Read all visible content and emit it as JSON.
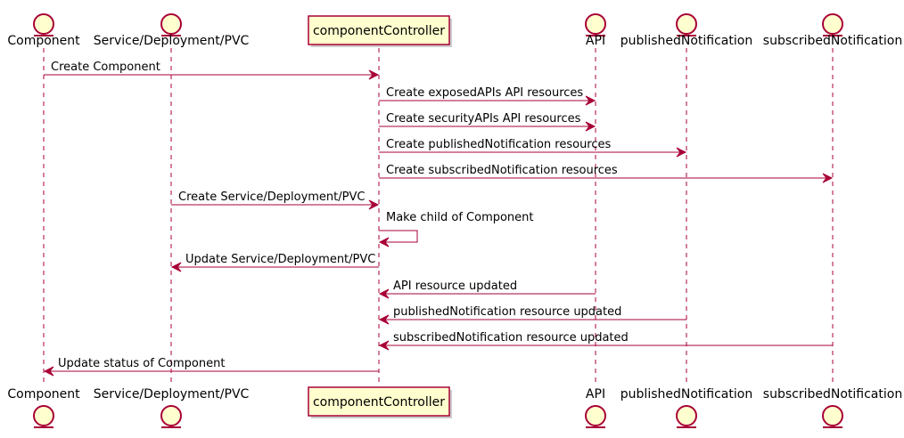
{
  "participants": [
    {
      "id": "component",
      "label": "Component",
      "kind": "entity"
    },
    {
      "id": "svc",
      "label": "Service/Deployment/PVC",
      "kind": "entity"
    },
    {
      "id": "ctrl",
      "label": "componentController",
      "kind": "participant"
    },
    {
      "id": "api",
      "label": "API",
      "kind": "entity"
    },
    {
      "id": "pub",
      "label": "publishedNotification",
      "kind": "entity"
    },
    {
      "id": "sub",
      "label": "subscribedNotification",
      "kind": "entity"
    }
  ],
  "messages": [
    {
      "from": "component",
      "to": "ctrl",
      "label": "Create Component"
    },
    {
      "from": "ctrl",
      "to": "api",
      "label": "Create exposedAPIs API resources"
    },
    {
      "from": "ctrl",
      "to": "api",
      "label": "Create securityAPIs API resources"
    },
    {
      "from": "ctrl",
      "to": "pub",
      "label": "Create publishedNotification resources"
    },
    {
      "from": "ctrl",
      "to": "sub",
      "label": "Create subscribedNotification resources"
    },
    {
      "from": "svc",
      "to": "ctrl",
      "label": "Create Service/Deployment/PVC"
    },
    {
      "from": "ctrl",
      "to": "ctrl",
      "label": "Make child of Component"
    },
    {
      "from": "ctrl",
      "to": "svc",
      "label": "Update Service/Deployment/PVC"
    },
    {
      "from": "api",
      "to": "ctrl",
      "label": "API resource updated"
    },
    {
      "from": "pub",
      "to": "ctrl",
      "label": "publishedNotification resource updated"
    },
    {
      "from": "sub",
      "to": "ctrl",
      "label": "subscribedNotification resource updated"
    },
    {
      "from": "ctrl",
      "to": "component",
      "label": "Update status of Component"
    }
  ]
}
